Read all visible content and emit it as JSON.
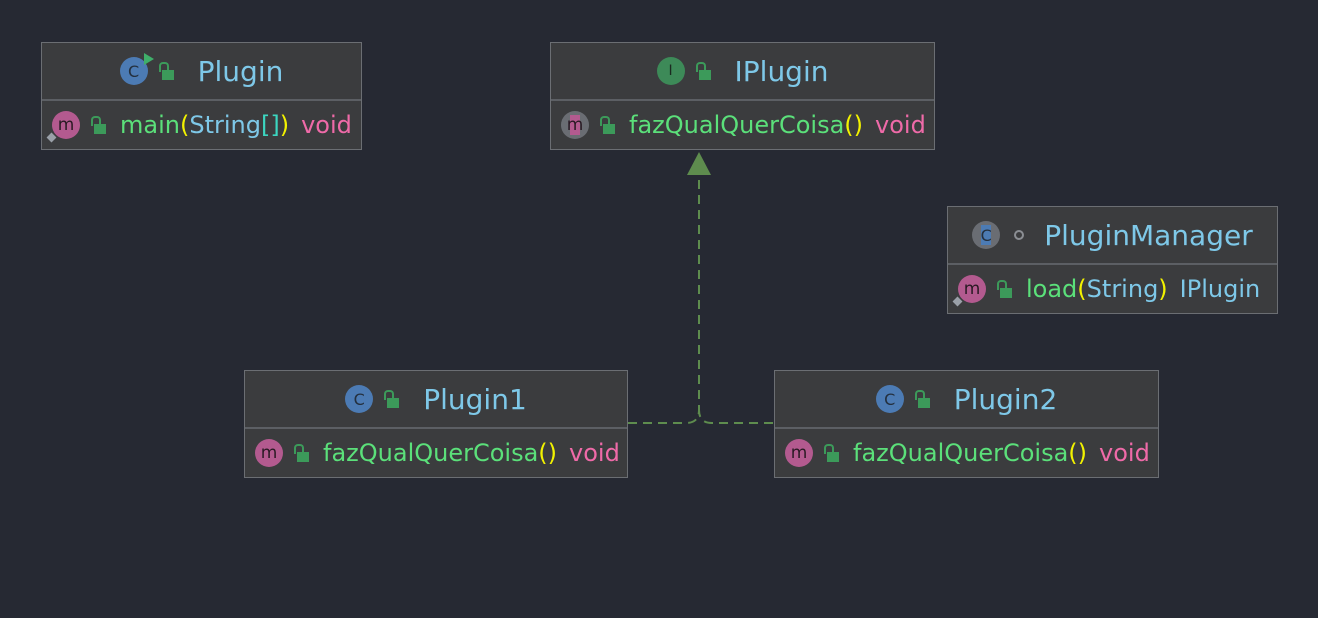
{
  "colors": {
    "background": "#262933",
    "box_fill": "#3b3c3e",
    "class_icon": "#4c7bb4",
    "interface_icon": "#3d8a58",
    "method_icon": "#b35a8f",
    "method_name": "#5be07a",
    "type_name": "#7ec8e8",
    "void_keyword": "#ef6aa8",
    "relation_line": "#5e8c4e"
  },
  "boxes": {
    "plugin": {
      "kind_letter": "C",
      "name": "Plugin",
      "method": {
        "icon_letter": "m",
        "name": "main",
        "open": "(",
        "param": "String",
        "brackets": "[]",
        "close": ")",
        "ret": "void"
      }
    },
    "iplugin": {
      "kind_letter": "I",
      "name": "IPlugin",
      "method": {
        "icon_letter": "m",
        "name": "fazQualQuerCoisa",
        "parens": "()",
        "ret": "void"
      }
    },
    "plugin_manager": {
      "kind_letter": "C",
      "name": "PluginManager",
      "method": {
        "icon_letter": "m",
        "name": "load",
        "open": "(",
        "param": "String",
        "close": ")",
        "ret": "IPlugin"
      }
    },
    "plugin1": {
      "kind_letter": "C",
      "name": "Plugin1",
      "method": {
        "icon_letter": "m",
        "name": "fazQualQuerCoisa",
        "parens": "()",
        "ret": "void"
      }
    },
    "plugin2": {
      "kind_letter": "C",
      "name": "Plugin2",
      "method": {
        "icon_letter": "m",
        "name": "fazQualQuerCoisa",
        "parens": "()",
        "ret": "void"
      }
    }
  },
  "relations": [
    {
      "from": "Plugin1",
      "to": "IPlugin",
      "type": "realization"
    },
    {
      "from": "Plugin2",
      "to": "IPlugin",
      "type": "realization"
    }
  ]
}
